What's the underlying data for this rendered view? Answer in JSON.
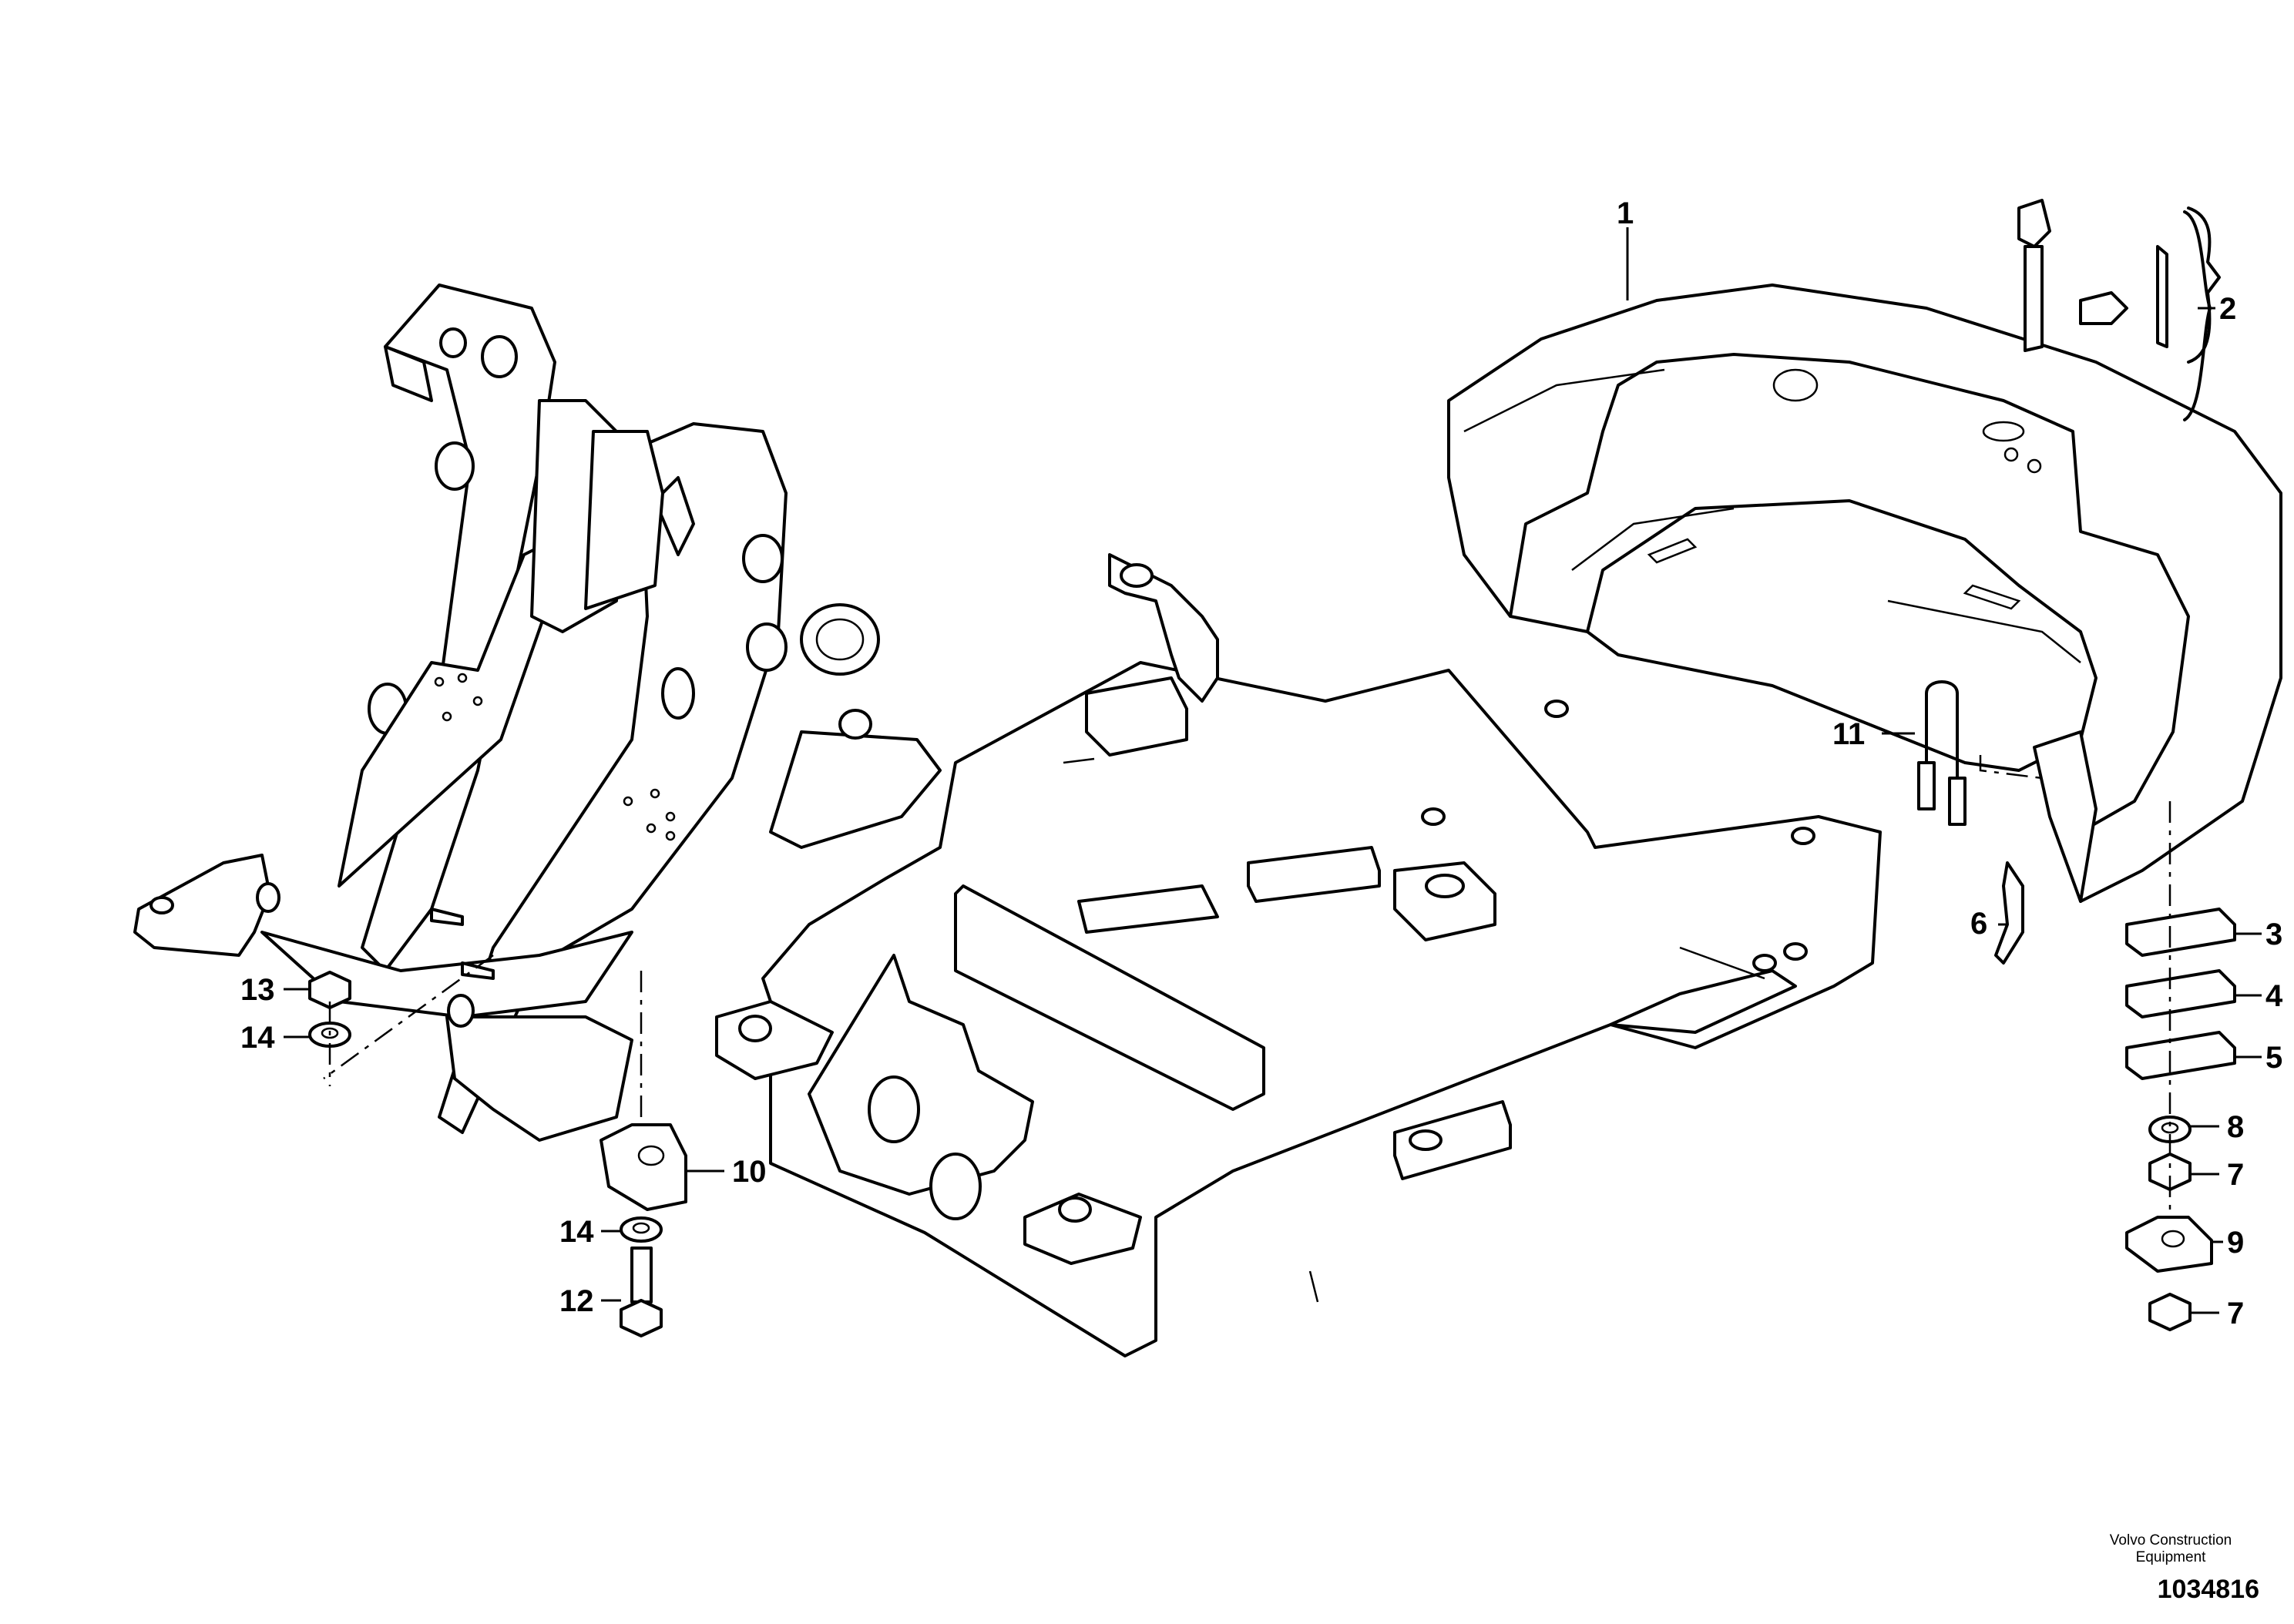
{
  "callouts": [
    "1",
    "2",
    "3",
    "4",
    "5",
    "6",
    "7",
    "7",
    "8",
    "9",
    "10",
    "11",
    "12",
    "13",
    "14",
    "14"
  ],
  "brand": {
    "line1": "Volvo Construction",
    "line2": "Equipment"
  },
  "drawing_number": "1034816"
}
